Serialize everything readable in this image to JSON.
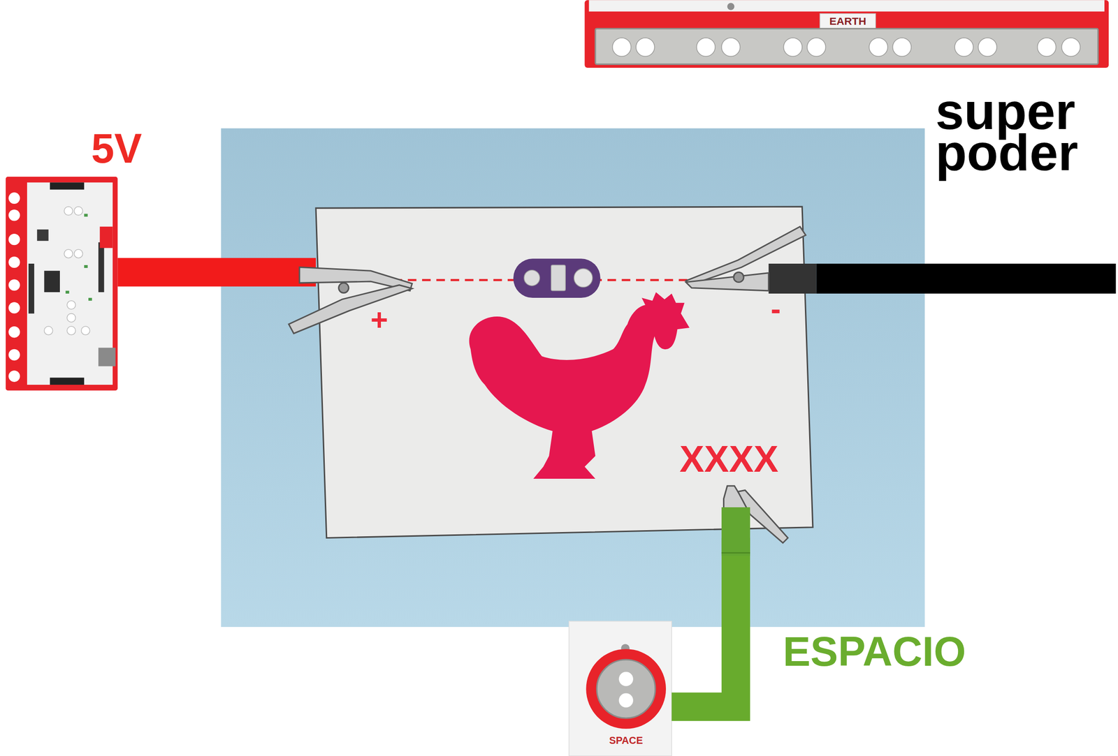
{
  "diagram": {
    "nodes": [
      {
        "text": [
          "EARTH"
        ]
      },
      {
        "text": [
          "5V"
        ]
      },
      {
        "text": [
          "+",
          "-",
          "XXXX"
        ]
      },
      {
        "text": [
          "SPACE"
        ]
      }
    ],
    "edges": [
      {
        "from": 1,
        "to": 2,
        "arrow": "none"
      },
      {
        "from": 2,
        "to": 3,
        "arrow": "none"
      }
    ],
    "labels": [
      "super poder",
      "ESPACIO"
    ]
  }
}
